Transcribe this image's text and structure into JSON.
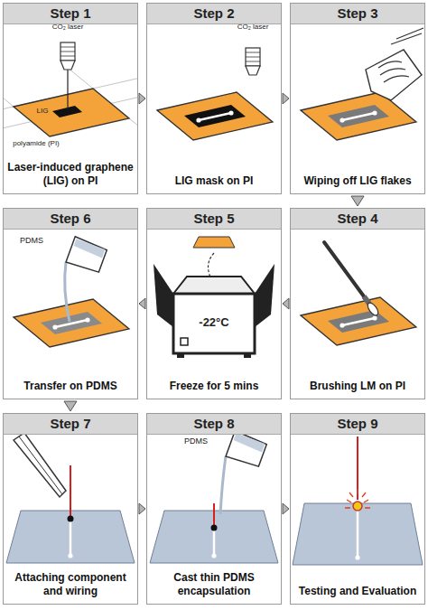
{
  "diagram": {
    "nodes": [
      {
        "text": [
          "Step 1",
          "Laser-induced graphene (LIG) on PI"
        ]
      },
      {
        "text": [
          "Step 2",
          "LIG mask on PI"
        ]
      },
      {
        "text": [
          "Step 3",
          "Wiping off LIG flakes"
        ]
      },
      {
        "text": [
          "Step 4",
          "Brushing LM on PI"
        ]
      },
      {
        "text": [
          "Step 5",
          "Freeze for 5 mins"
        ]
      },
      {
        "text": [
          "Step 6",
          "Transfer on PDMS"
        ]
      },
      {
        "text": [
          "Step 7",
          "Attaching component and wiring"
        ]
      },
      {
        "text": [
          "Step 8",
          "Cast thin PDMS encapsulation"
        ]
      },
      {
        "text": [
          "Step 9",
          "Testing and Evaluation"
        ]
      }
    ],
    "edges": [
      {
        "from": 0,
        "to": 1,
        "arrow": "to"
      },
      {
        "from": 1,
        "to": 2,
        "arrow": "to"
      },
      {
        "from": 2,
        "to": 3,
        "arrow": "to"
      },
      {
        "from": 3,
        "to": 4,
        "arrow": "to"
      },
      {
        "from": 4,
        "to": 5,
        "arrow": "to"
      },
      {
        "from": 5,
        "to": 6,
        "arrow": "to"
      },
      {
        "from": 6,
        "to": 7,
        "arrow": "to"
      },
      {
        "from": 7,
        "to": 8,
        "arrow": "to"
      }
    ],
    "labels": [
      "CO₂ laser",
      "LIG",
      "polyamide (PI)",
      "CO₂ laser",
      "-22°C",
      "PDMS",
      "PDMS"
    ]
  }
}
